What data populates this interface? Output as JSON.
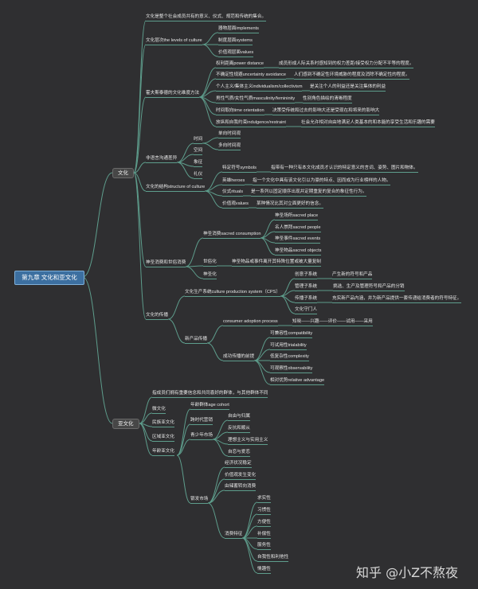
{
  "root": "第九章 文化和亚文化",
  "branches": [
    {
      "label": "文化",
      "items": [
        {
          "label": "文化是整个社会成员共有的意义、仪式、规范和传统的集合。"
        },
        {
          "label": "文化层次the levels of culture",
          "items": [
            "器物层面implements",
            "制度层面systems",
            "价值观层面values"
          ]
        },
        {
          "label": "霍夫斯泰德的文化维度方法",
          "items": [
            {
              "label": "权利距离power distance",
              "desc": "成员形成人际关系时感知到的权力差距/接受权力分配不平等的程度。"
            },
            {
              "label": "不确定性规避uncertainty avoidance",
              "desc": "人们感到不确定性环境威胁的程度及消除不确定性的程度。"
            },
            {
              "label": "个人主义/集体主义individualism/collectivism",
              "desc": "是关注个人的利益还是关注集体的利益"
            },
            {
              "label": "男性气质/女性气质masculinity/femininity",
              "desc": "性别角色描绘的清晰程度"
            },
            {
              "label": "时间取向time orientation",
              "desc": "决策受传统和过去的影响大还是受现在和将来的影响大"
            },
            {
              "label": "放纵和自我约束indulgence/restraint",
              "desc": "社会允许相对自由地满足人类基本的和本能的享受生活和乐趣的需要"
            }
          ]
        },
        {
          "label": "非语言沟通差异",
          "items": [
            {
              "label": "时间",
              "items": [
                "单向时间观",
                "多向时间观"
              ]
            },
            {
              "label": "空间"
            },
            {
              "label": "象征"
            },
            {
              "label": "礼仪"
            }
          ]
        },
        {
          "label": "文化的结构structure of culture",
          "items": [
            {
              "label": "特定符号symbols",
              "desc": "指带有一种只有本文化成员才认识的特定意义的言词、姿势、图片和物体。"
            },
            {
              "label": "英雄heroes",
              "desc": "指一个文化中具有该文化引以为豪的特点、因而成为行业榜样的人物。"
            },
            {
              "label": "仪式rituals",
              "desc": "是一系列以固定顺序出现并定期重复的复合的象征性行为。"
            },
            {
              "label": "价值观values",
              "desc": "某种情况比其对立面更好的信念。"
            }
          ]
        },
        {
          "label": "神圣消费和世俗消费",
          "items": [
            {
              "label": "神圣消费sacred consumption",
              "items": [
                "神圣场所sacred place",
                "名人崇拜sacred people",
                "神圣事件sacred events",
                "神圣物品sacred objects"
              ]
            },
            {
              "label": "世俗化",
              "desc": "神圣物品或事件离开其特殊位置或被大量复制"
            },
            {
              "label": "神圣化"
            }
          ]
        },
        {
          "label": "文化的传播",
          "items": [
            {
              "label": "文化生产系统culture production system（CPS）",
              "items": [
                {
                  "label": "创意子系统",
                  "desc": "产生新的符号和产品"
                },
                {
                  "label": "管理子系统",
                  "desc": "挑选、生产及管理符号和产品的分销"
                },
                {
                  "label": "传播子系统",
                  "desc": "充实新产品内涵，并为新产品提供一套传递给消费者的符号特征。"
                },
                {
                  "label": "文化守门人"
                }
              ]
            },
            {
              "label": "新产品传播",
              "items": [
                {
                  "label": "consumer adoption process",
                  "desc": "知晓——兴趣——评价——试用——采用"
                },
                {
                  "label": "成功传播的前提",
                  "items": [
                    "可兼容性compatibility",
                    "可试用性trialability",
                    "低复杂性complexity",
                    "可观察性observability",
                    "相对优势relative advantage"
                  ]
                }
              ]
            }
          ]
        }
      ]
    },
    {
      "label": "亚文化",
      "items": [
        {
          "label": "指成员们拥有重要信念和共同喜好的群体，与其他群体不同"
        },
        {
          "label": "微文化"
        },
        {
          "label": "民族亚文化"
        },
        {
          "label": "区域亚文化"
        },
        {
          "label": "年龄亚文化",
          "items": [
            {
              "label": "年龄群体age cohort"
            },
            {
              "label": "跨时代营销"
            },
            {
              "label": "青少年市场",
              "items": [
                "自由与归属",
                "反抗和顺从",
                "理想主义与实用主义",
                "自恋与爱恋"
              ]
            },
            {
              "label": "银发市场",
              "items": [
                {
                  "label": "经济状况稳定"
                },
                {
                  "label": "价值观发生变化"
                },
                {
                  "label": "由储蓄转向消费"
                },
                {
                  "label": "消费特征",
                  "items": [
                    "求实性",
                    "习惯性",
                    "方便性",
                    "补偿性",
                    "服务性",
                    "自我性和利他性",
                    "情趣性"
                  ]
                }
              ]
            }
          ]
        }
      ]
    }
  ],
  "watermark": "知乎 @小Z不熬夜"
}
